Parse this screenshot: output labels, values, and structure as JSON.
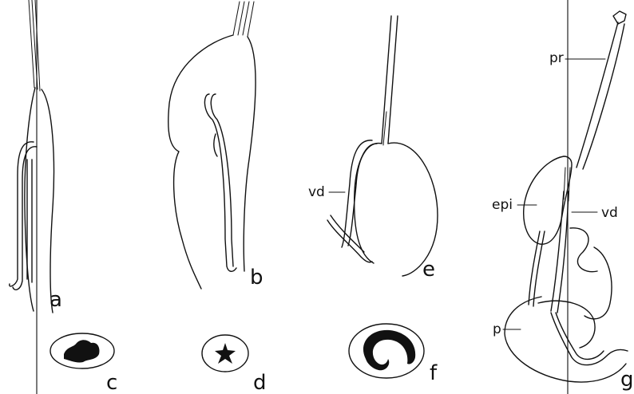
{
  "figure": {
    "panel_labels": {
      "a": "a",
      "b": "b",
      "c": "c",
      "d": "d",
      "e": "e",
      "f": "f",
      "g": "g"
    },
    "structure_labels": {
      "vd_e": "vd",
      "pr": "pr",
      "epi": "epi",
      "vd_g": "vd",
      "p": "p"
    }
  }
}
